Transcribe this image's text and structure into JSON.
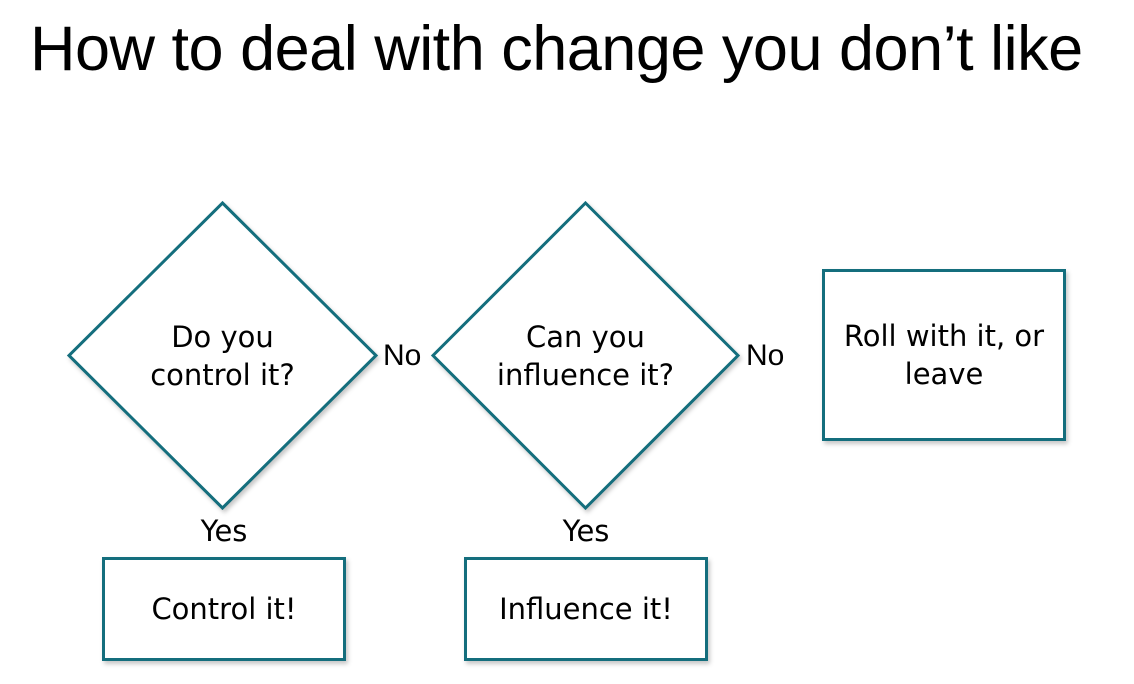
{
  "slide": {
    "title": "How to deal with change you don’t like",
    "background_color": "#ffffff",
    "accent_color": "#146e7d",
    "text_color": "#000000"
  },
  "diagram": {
    "type": "flowchart",
    "nodes": [
      {
        "id": "decision-control",
        "shape": "diamond",
        "text": "Do you\ncontrol it?"
      },
      {
        "id": "decision-influence",
        "shape": "diamond",
        "text": "Can you\ninfluence it?"
      },
      {
        "id": "outcome-control",
        "shape": "rectangle",
        "text": "Control it!"
      },
      {
        "id": "outcome-influence",
        "shape": "rectangle",
        "text": "Influence it!"
      },
      {
        "id": "outcome-roll",
        "shape": "rectangle",
        "text": "Roll with it, or leave"
      }
    ],
    "edge_labels": {
      "no_1": "No",
      "no_2": "No",
      "yes_1": "Yes",
      "yes_2": "Yes"
    }
  }
}
